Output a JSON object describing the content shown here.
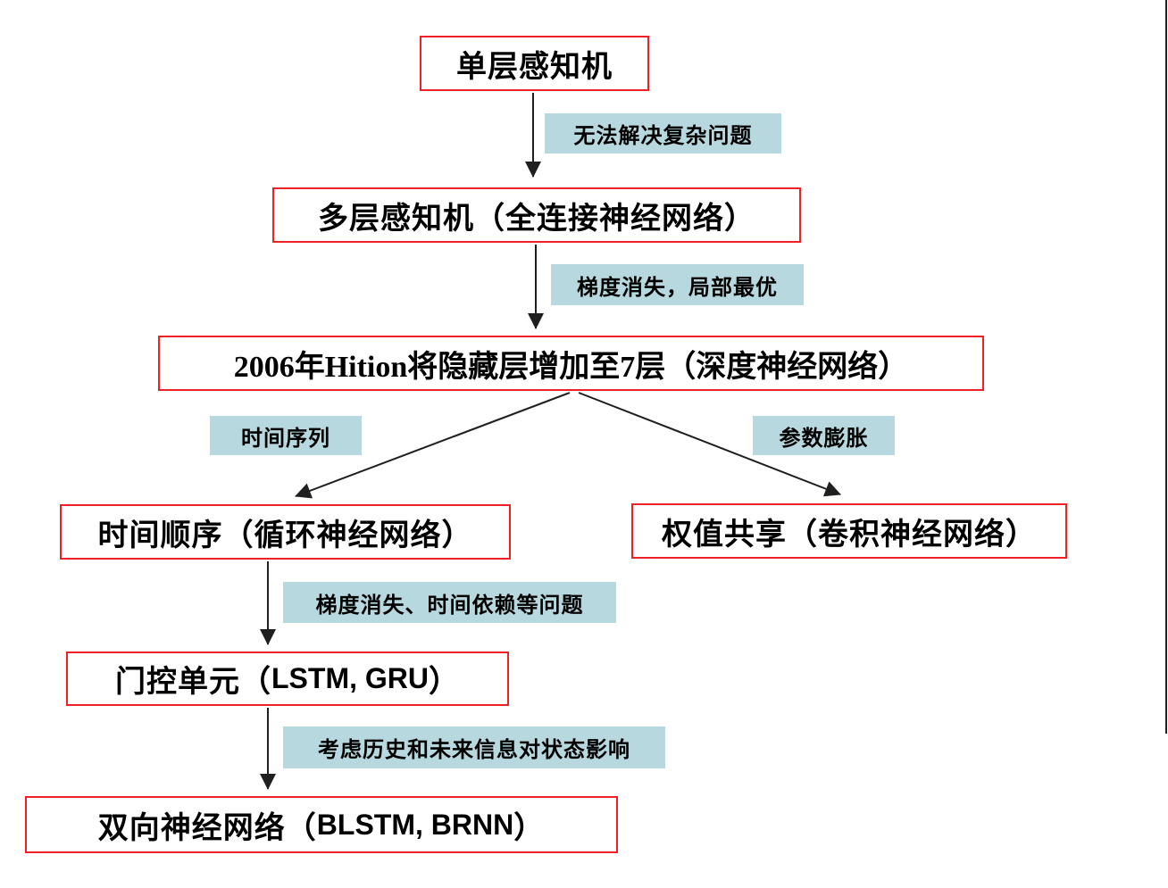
{
  "diagram": {
    "type": "flowchart",
    "topic": "neural-network-evolution",
    "colors": {
      "box_border": "#ee2224",
      "box_background": "#ffffff",
      "edge_label_background": "#b7d8de",
      "text": "#000000",
      "arrow": "#1f1f1f"
    },
    "nodes": {
      "slp": {
        "label": "单层感知机"
      },
      "mlp": {
        "label": "多层感知机（全连接神经网络）"
      },
      "dnn": {
        "label": "2006年Hition将隐藏层增加至7层（深度神经网络）"
      },
      "rnn": {
        "label": "时间顺序（循环神经网络）"
      },
      "cnn": {
        "label": "权值共享（卷积神经网络）"
      },
      "gated": {
        "pre": "门控单元（",
        "acronym": "LSTM, GRU",
        "post": "）"
      },
      "bidir": {
        "pre": "双向神经网络（",
        "acronym": "BLSTM, BRNN",
        "post": "）"
      }
    },
    "edge_labels": {
      "slp_to_mlp": "无法解决复杂问题",
      "mlp_to_dnn": "梯度消失，局部最优",
      "dnn_to_rnn": "时间序列",
      "dnn_to_cnn": "参数膨胀",
      "rnn_to_gated": "梯度消失、时间依赖等问题",
      "gated_to_bidir": "考虑历史和未来信息对状态影响"
    }
  }
}
